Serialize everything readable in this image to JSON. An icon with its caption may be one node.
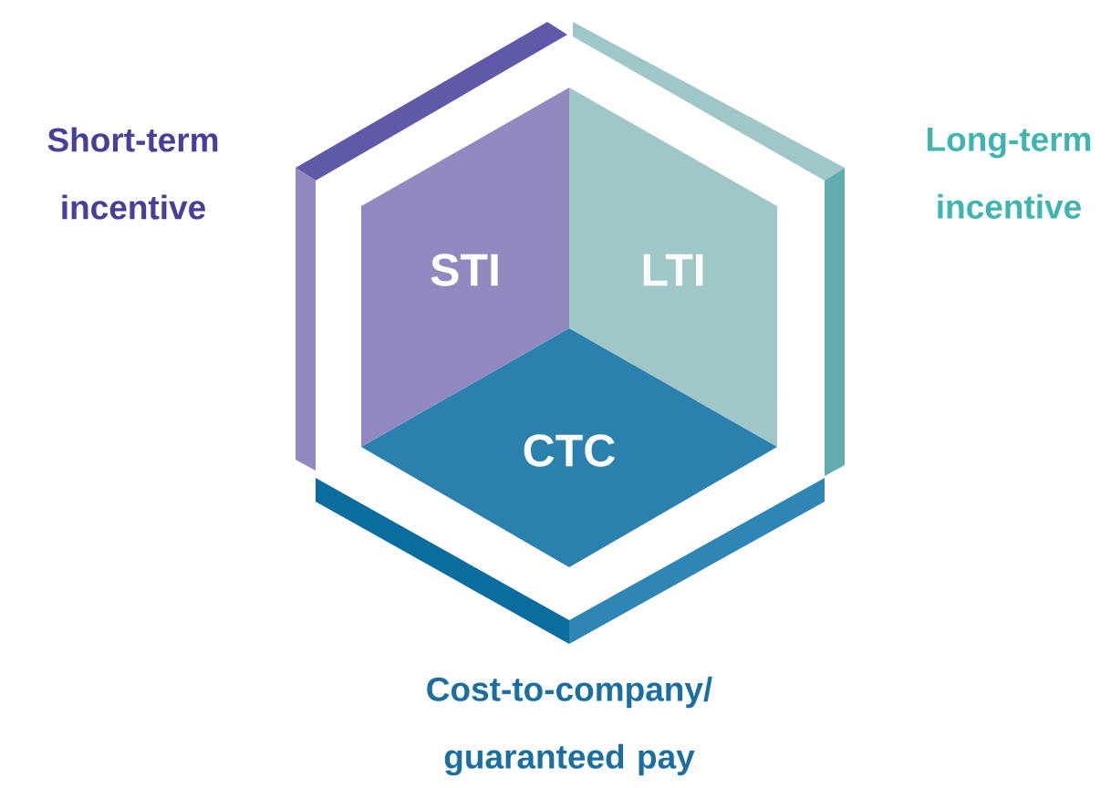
{
  "diagram": {
    "nodes": [
      {
        "text": [
          "STI"
        ]
      },
      {
        "text": [
          "LTI"
        ]
      },
      {
        "text": [
          "CTC"
        ]
      }
    ],
    "labels": [
      "Short-term incentive",
      "Long-term incentive",
      "Cost-to-company/ guaranteed pay"
    ]
  }
}
